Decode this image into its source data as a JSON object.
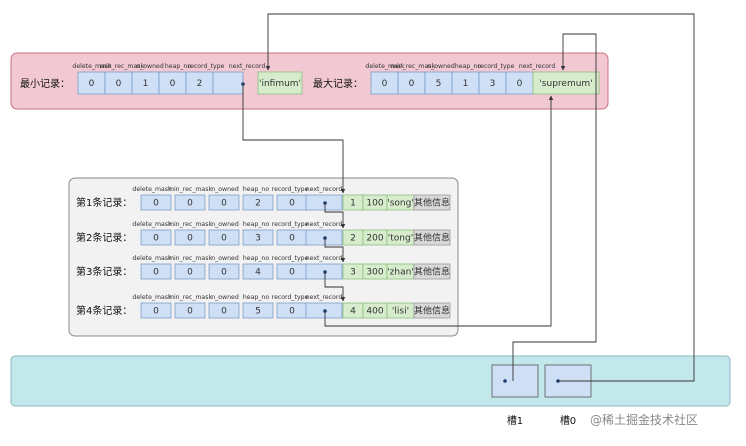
{
  "header_fields": [
    "delete_mask",
    "min_rec_mask",
    "n_owned",
    "heap_no",
    "record_type",
    "next_record"
  ],
  "min_record": {
    "label": "最小记录：",
    "values": [
      "0",
      "0",
      "1",
      "0",
      "2"
    ],
    "data": "'infimum'"
  },
  "max_record": {
    "label": "最大记录：",
    "values": [
      "0",
      "0",
      "5",
      "1",
      "3",
      "0"
    ],
    "data": "'supremum'"
  },
  "records": [
    {
      "label": "第1条记录：",
      "values": [
        "0",
        "0",
        "0",
        "2",
        "0"
      ],
      "cols": [
        "1",
        "100",
        "'song'",
        "其他信息"
      ]
    },
    {
      "label": "第2条记录：",
      "values": [
        "0",
        "0",
        "0",
        "3",
        "0"
      ],
      "cols": [
        "2",
        "200",
        "'tong'",
        "其他信息"
      ]
    },
    {
      "label": "第3条记录：",
      "values": [
        "0",
        "0",
        "0",
        "4",
        "0"
      ],
      "cols": [
        "3",
        "300",
        "'zhan'",
        "其他信息"
      ]
    },
    {
      "label": "第4条记录：",
      "values": [
        "0",
        "0",
        "0",
        "5",
        "0"
      ],
      "cols": [
        "4",
        "400",
        "'lisi'",
        "其他信息"
      ]
    }
  ],
  "slots": [
    {
      "label": "槽1"
    },
    {
      "label": "槽0"
    }
  ],
  "watermark": "@稀土掘金技术社区",
  "colors": {
    "top_panel_fill": "#f2c9d3",
    "top_panel_stroke": "#c9707f",
    "middle_panel_fill": "#f2f2f2",
    "bottom_panel_fill": "#c3e8ec",
    "cell_fill": "#cfe0f6",
    "cell_stroke": "#7a9cc6",
    "green_fill": "#d6eccd",
    "green_stroke": "#8bbf7a",
    "other_fill": "#d9d9d9",
    "arrow": "#333333"
  }
}
